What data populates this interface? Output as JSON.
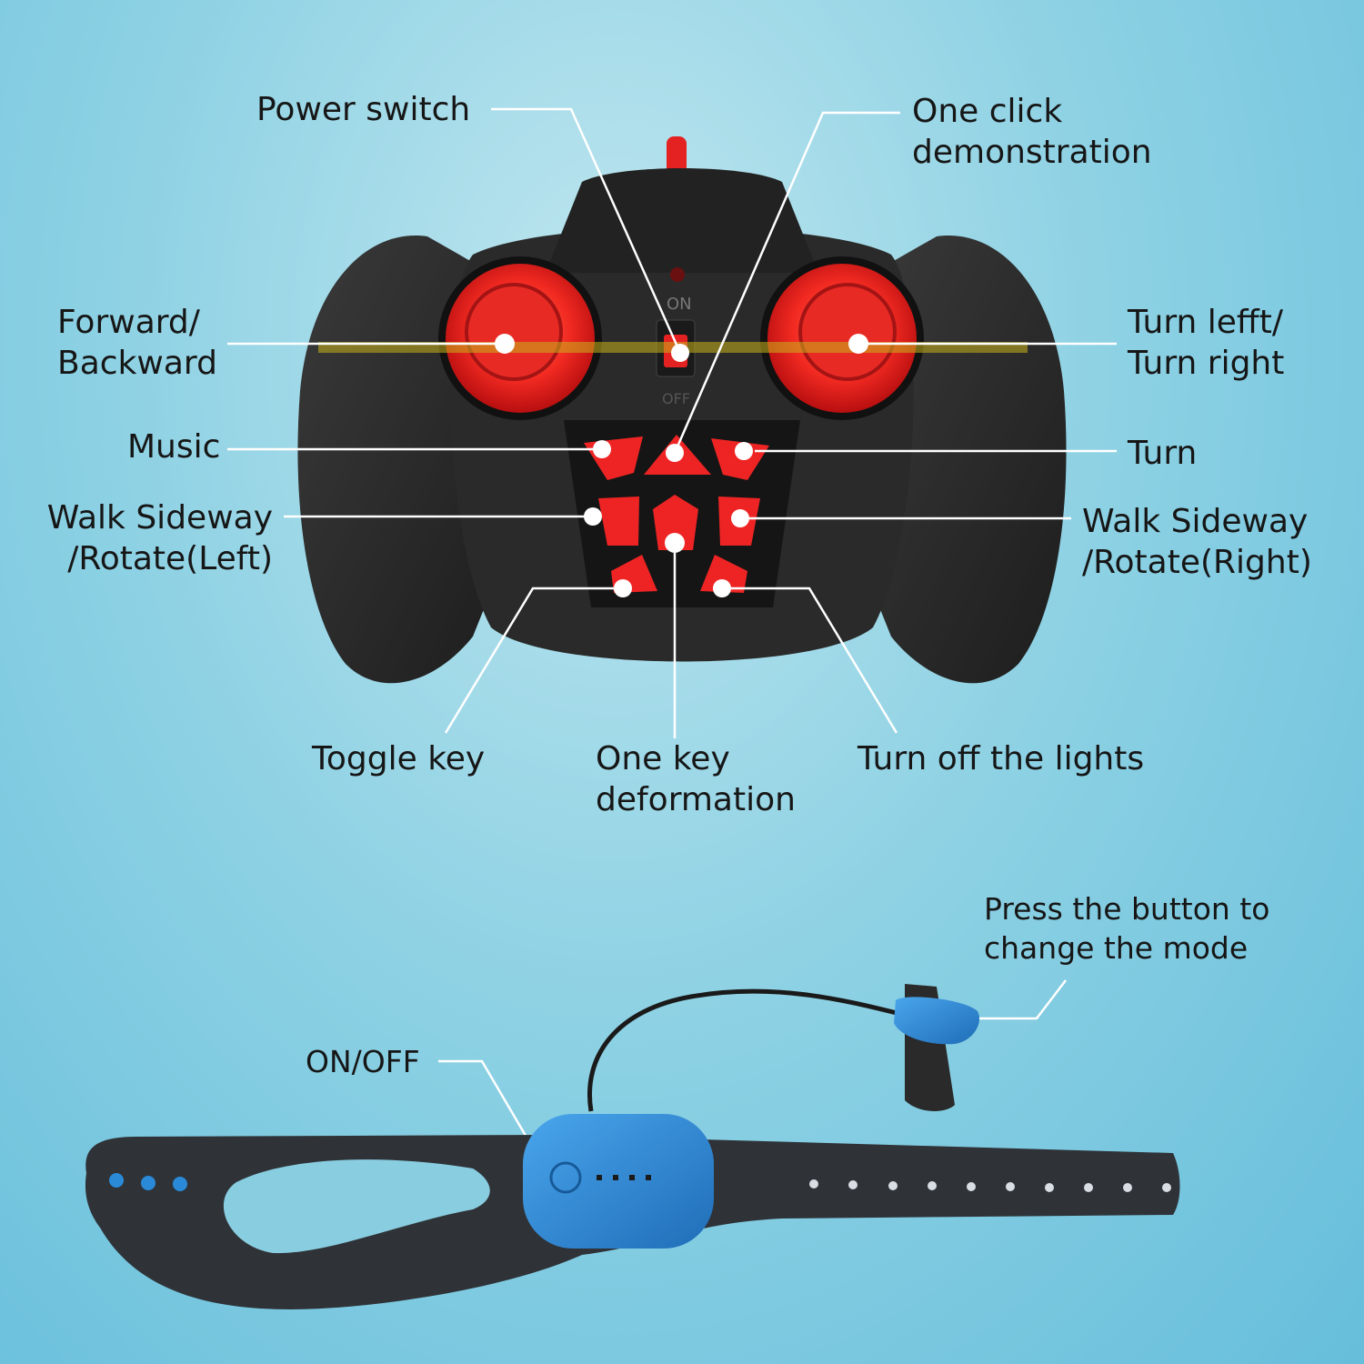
{
  "labels": {
    "power_switch": "Power switch",
    "one_click_1": "One click",
    "one_click_2": "demonstration",
    "forward_1": "Forward/",
    "forward_2": "Backward",
    "turn_lr_1": "Turn lefft/",
    "turn_lr_2": "Turn right",
    "music": "Music",
    "turn": "Turn",
    "walk_left_1": "Walk Sideway",
    "walk_left_2": "/Rotate(Left)",
    "walk_right_1": "Walk Sideway",
    "walk_right_2": "/Rotate(Right)",
    "toggle_key": "Toggle key",
    "one_key_1": "One key",
    "one_key_2": "deformation",
    "lights_off": "Turn off the lights",
    "press_1": "Press the button to",
    "press_2": "change the mode",
    "on_off": "ON/OFF"
  },
  "controller": {
    "switch_on_text": "ON",
    "switch_off_text": "OFF"
  },
  "colors": {
    "background": "#8fd2e4",
    "controller_body": "#2b2b2b",
    "button_red": "#ee2424",
    "watch_blue": "#2f86cf",
    "leader_line": "#ffffff"
  }
}
